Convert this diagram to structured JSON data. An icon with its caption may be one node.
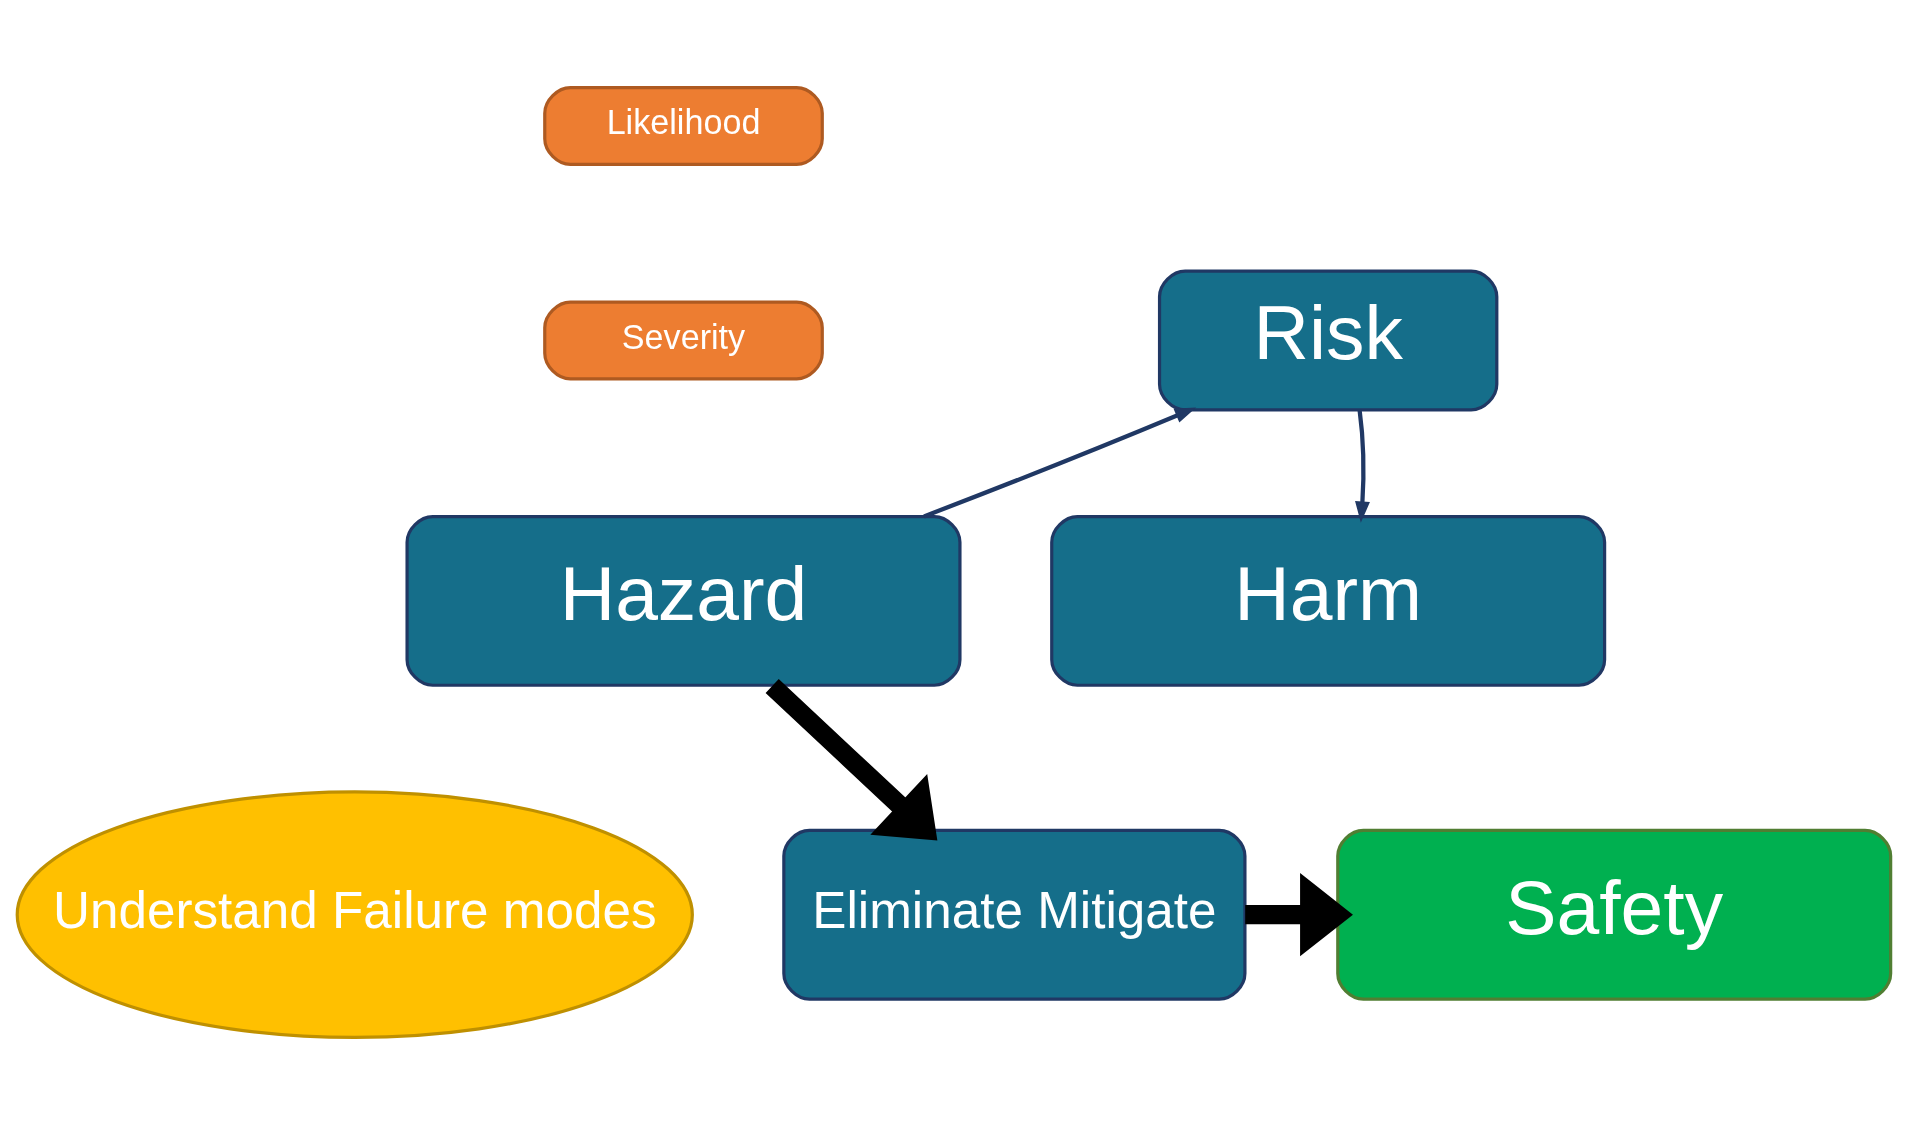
{
  "diagram": {
    "nodes": [
      {
        "text": [
          "Likelihood"
        ]
      },
      {
        "text": [
          "Severity"
        ]
      },
      {
        "text": [
          "Risk"
        ]
      },
      {
        "text": [
          "Hazard"
        ]
      },
      {
        "text": [
          "Harm"
        ]
      },
      {
        "text": [
          "Understand Failure modes"
        ]
      },
      {
        "text": [
          "Eliminate Mitigate"
        ]
      },
      {
        "text": [
          "Safety"
        ]
      }
    ],
    "edges": [
      {
        "from": 3,
        "to": 2,
        "arrow": "to"
      },
      {
        "from": 2,
        "to": 4,
        "arrow": "to"
      },
      {
        "from": 3,
        "to": 6,
        "arrow": "to",
        "style": "thick",
        "color": "#000000"
      },
      {
        "from": 6,
        "to": 7,
        "arrow": "to",
        "style": "thick",
        "color": "#000000"
      }
    ]
  }
}
